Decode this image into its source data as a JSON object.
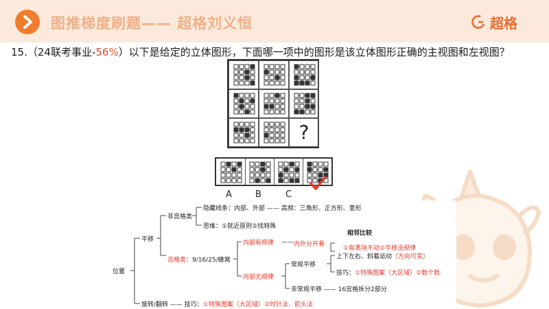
{
  "header": {
    "title": "图推梯度刷题—— 超格刘义恒",
    "brand": "超格",
    "accent_color": "#f07c2e",
    "bg_color": "#fbeadc"
  },
  "question": {
    "number_prefix": "15.（24联考事业-",
    "rate": "56%",
    "text_suffix": "）以下是给定的立体图形，下面哪一项中的图形是该立体图形正确的主视图和左视图？",
    "unknown_mark": "?"
  },
  "options": [
    {
      "label": "A"
    },
    {
      "label": "B"
    },
    {
      "label": "C"
    },
    {
      "label": ""
    }
  ],
  "answer": {
    "selected_index": 3,
    "icon": "check-icon"
  },
  "tree": {
    "root": "位置",
    "pingyi": "平移",
    "fei": "非宫格类",
    "fei_a": "隐藏线条：内部、外部 —— 高频：三角形、正方形、菱形",
    "fei_b": "思维：①就近原则②找特殊",
    "gong": "宫格类：",
    "gong_nums": "9/16/25/蜂窝",
    "nbgl": "内部有规律",
    "nwfk": "内外分开看",
    "xlbj": "相邻比较",
    "xlbj_items": "①有黑块不动②平移没规律",
    "nbwgl": "内部无规律",
    "cgpy": "常规平移",
    "cgpy_dir": "上下左右、斜着运动",
    "cgpy_dir_note": "（方向可变）",
    "jq": "技巧：",
    "jq_items": "①特殊图案（大区域）②数个数",
    "fcgpy": "非常规平移 —— 16宫格拆分2部分",
    "xz": "旋转/翻转 —— 技巧：",
    "xz_items": "①特殊图案（大区域）②时针法、箭头法"
  }
}
